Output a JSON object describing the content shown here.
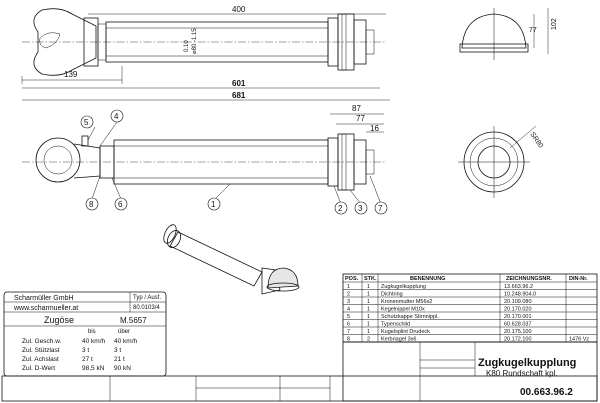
{
  "dimensions": {
    "d400": "400",
    "d139": "139",
    "d601": "601",
    "d681": "681",
    "tol_top": "0.10",
    "tol_dia": "⌀80 -1.15",
    "d87": "87",
    "d77": "77",
    "d16": "16",
    "d77_side": "77",
    "d102": "102",
    "sr80": "SR80"
  },
  "balloons": [
    "1",
    "2",
    "3",
    "4",
    "5",
    "6",
    "7",
    "8"
  ],
  "parts_list": {
    "headers": {
      "pos": "POS.",
      "qty": "STK.",
      "desc": "BENENNUNG",
      "drawing": "ZEICHNUNGSNR.",
      "din": "DIN-Nr."
    },
    "rows": [
      {
        "pos": "1",
        "qty": "1",
        "desc": "Zugkugelkupplung",
        "drawing": "13.663.96.2",
        "din": ""
      },
      {
        "pos": "2",
        "qty": "1",
        "desc": "Dichtring",
        "drawing": "10.248.904.0",
        "din": ""
      },
      {
        "pos": "3",
        "qty": "1",
        "desc": "Kronenmutter M56x2",
        "drawing": "20.109.080",
        "din": ""
      },
      {
        "pos": "4",
        "qty": "1",
        "desc": "Kegelnippel M10x",
        "drawing": "20.170.020",
        "din": ""
      },
      {
        "pos": "5",
        "qty": "1",
        "desc": "Schutzkappe Stirnnippl.",
        "drawing": "20.170.001",
        "din": ""
      },
      {
        "pos": "6",
        "qty": "1",
        "desc": "Typenschild",
        "drawing": "60.628.037",
        "din": ""
      },
      {
        "pos": "7",
        "qty": "1",
        "desc": "Kugelsplint Drudeck",
        "drawing": "20.175.100",
        "din": ""
      },
      {
        "pos": "8",
        "qty": "2",
        "desc": "Kerbnagel 3x6",
        "drawing": "20.172.100",
        "din": "1476 Vz"
      }
    ]
  },
  "nameplate": {
    "company": "Scharmüller GmbH",
    "website": "www.scharmueller.at",
    "type_label": "Typ / Ausf.",
    "type_value": "80.0103/4",
    "product": "Zugöse",
    "model": "M.5657",
    "col_bis": "bis",
    "col_uber": "über",
    "rows": [
      {
        "label": "Zul. Gesch.w.",
        "v1": "40 km/h",
        "v2": "40 km/h"
      },
      {
        "label": "Zul. Stützlast",
        "v1": "3 t",
        "v2": "3 t"
      },
      {
        "label": "Zul. Achslast",
        "v1": "27 t",
        "v2": "21 t"
      },
      {
        "label": "Zul. D-Wert",
        "v1": "98,5 kN",
        "v2": "90 kN"
      }
    ]
  },
  "title_block": {
    "title": "Zugkugelkupplung",
    "subtitle": "K80 Rundschaft kpl.",
    "drawing_number": "00.663.96.2"
  }
}
